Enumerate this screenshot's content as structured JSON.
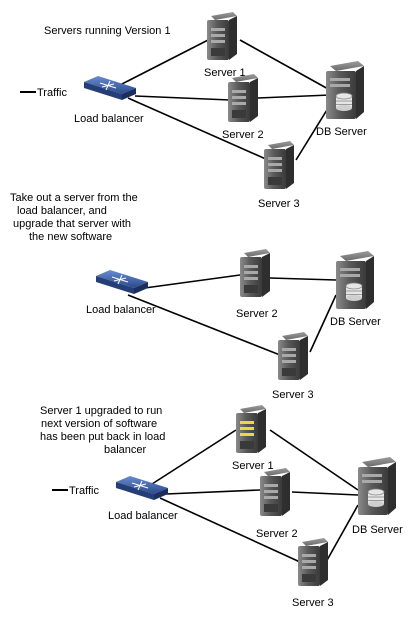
{
  "panel1": {
    "title": "Servers running Version 1",
    "traffic": "Traffic",
    "load_balancer": "Load balancer",
    "server1": "Server 1",
    "server2": "Server 2",
    "server3": "Server 3",
    "db": "DB Server"
  },
  "panel2": {
    "caption": [
      "Take out a server from the",
      "load balancer, and",
      "upgrade that server with",
      "the new software"
    ],
    "load_balancer": "Load balancer",
    "server2": "Server 2",
    "server3": "Server 3",
    "db": "DB Server"
  },
  "panel3": {
    "caption": [
      "Server 1 upgraded to run",
      "next version of software",
      "has been put back in load",
      "balancer"
    ],
    "traffic": "Traffic",
    "load_balancer": "Load balancer",
    "server1": "Server 1",
    "server2": "Server 2",
    "server3": "Server 3",
    "db": "DB Server"
  },
  "colors": {
    "server_body": "#4a4a4a",
    "server_stripe": "#9a9a9a",
    "upgraded_stripe": "#e8d84a",
    "load_balancer": "#3b5fa8",
    "line": "#000000"
  },
  "icons": {
    "server": "server-tower-icon",
    "upgraded_server": "upgraded-server-tower-icon",
    "database": "database-server-icon",
    "load_balancer": "load-balancer-switch-icon"
  }
}
